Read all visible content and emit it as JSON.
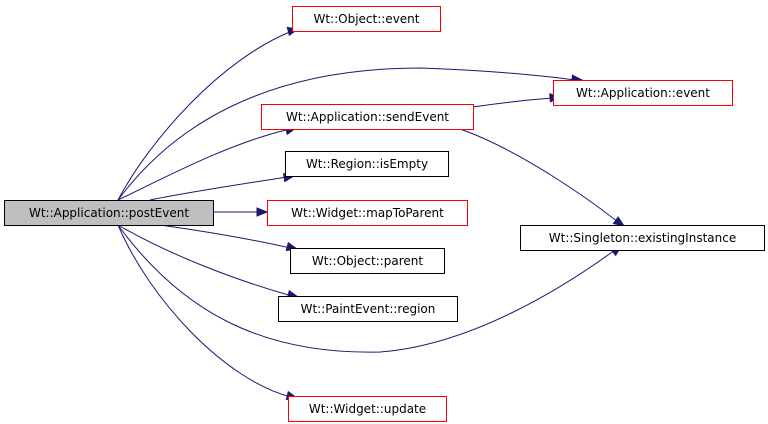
{
  "colors": {
    "edge": "#191970",
    "root_fill": "#bfbfbf",
    "root_border": "#000000",
    "red_border": "#ff0000",
    "black_border": "#000000",
    "node_fill": "#ffffff"
  },
  "nodes": [
    {
      "id": "postEvent",
      "label": "Wt::Application::postEvent",
      "style": "root"
    },
    {
      "id": "objectEvent",
      "label": "Wt::Object::event",
      "style": "red"
    },
    {
      "id": "appEvent",
      "label": "Wt::Application::event",
      "style": "red"
    },
    {
      "id": "sendEvent",
      "label": "Wt::Application::sendEvent",
      "style": "red"
    },
    {
      "id": "isEmpty",
      "label": "Wt::Region::isEmpty",
      "style": "black"
    },
    {
      "id": "mapToParent",
      "label": "Wt::Widget::mapToParent",
      "style": "red"
    },
    {
      "id": "existingInstance",
      "label": "Wt::Singleton::existingInstance",
      "style": "black"
    },
    {
      "id": "parent",
      "label": "Wt::Object::parent",
      "style": "black"
    },
    {
      "id": "region",
      "label": "Wt::PaintEvent::region",
      "style": "black"
    },
    {
      "id": "update",
      "label": "Wt::Widget::update",
      "style": "red"
    }
  ],
  "edges": [
    {
      "from": "postEvent",
      "to": "objectEvent"
    },
    {
      "from": "postEvent",
      "to": "appEvent"
    },
    {
      "from": "postEvent",
      "to": "sendEvent"
    },
    {
      "from": "postEvent",
      "to": "isEmpty"
    },
    {
      "from": "postEvent",
      "to": "mapToParent"
    },
    {
      "from": "postEvent",
      "to": "parent"
    },
    {
      "from": "postEvent",
      "to": "region"
    },
    {
      "from": "postEvent",
      "to": "existingInstance"
    },
    {
      "from": "postEvent",
      "to": "update"
    },
    {
      "from": "sendEvent",
      "to": "appEvent"
    },
    {
      "from": "sendEvent",
      "to": "existingInstance"
    }
  ]
}
